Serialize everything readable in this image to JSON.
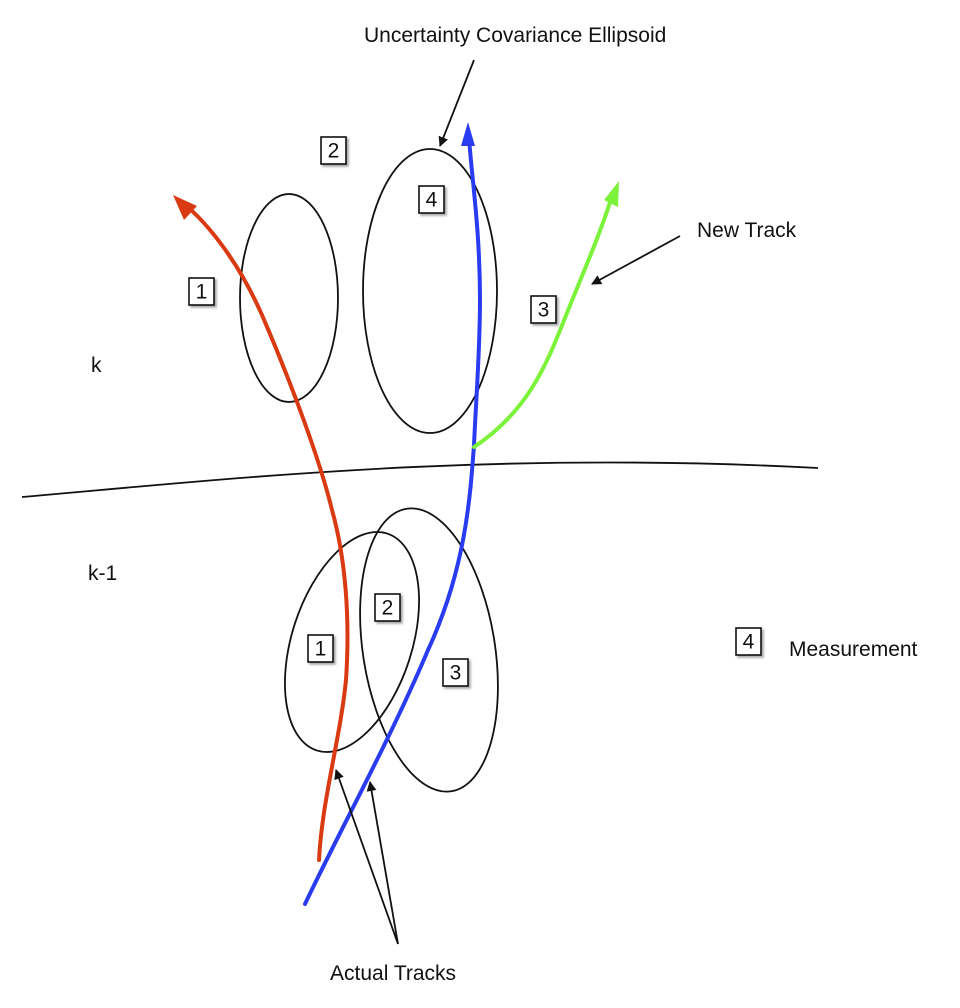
{
  "labels": {
    "ellipsoid": "Uncertainty Covariance Ellipsoid",
    "new_track": "New Track",
    "actual_tracks": "Actual Tracks",
    "measurement": "Measurement",
    "time_k": "k",
    "time_k_minus_1": "k-1"
  },
  "measurements_k": [
    "1",
    "2",
    "3",
    "4"
  ],
  "measurements_k_minus_1": [
    "1",
    "2",
    "3"
  ],
  "legend_measurement": "4",
  "colors": {
    "track_red": "#d93a12",
    "track_blue": "#2a3cf2",
    "track_green": "#7cf23a"
  }
}
